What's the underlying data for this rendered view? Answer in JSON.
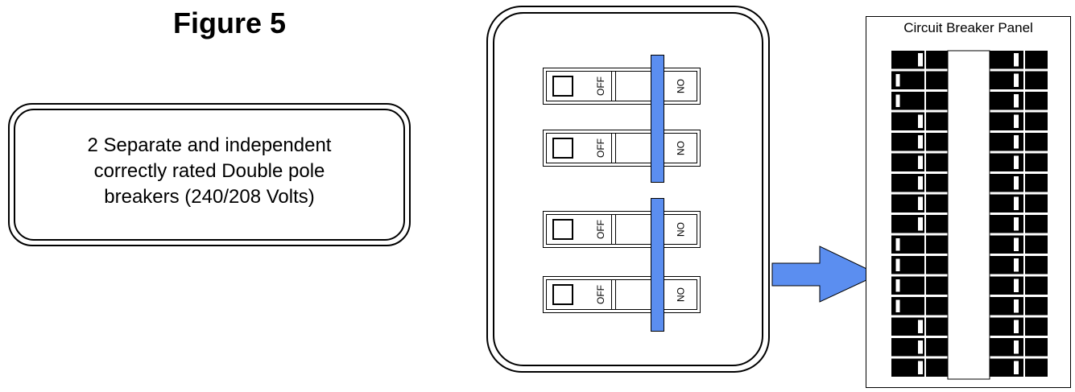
{
  "figure_title": "Figure 5",
  "callout_text": "2 Separate and independent\ncorrectly rated Double pole\nbreakers (240/208 Volts)",
  "breakers": [
    {
      "off_label": "OFF",
      "on_label": "ON"
    },
    {
      "off_label": "OFF",
      "on_label": "ON"
    },
    {
      "off_label": "OFF",
      "on_label": "ON"
    },
    {
      "off_label": "OFF",
      "on_label": "ON"
    }
  ],
  "panel": {
    "title": "Circuit Breaker Panel",
    "left_column": [
      "black",
      "white",
      "white",
      "black",
      "black",
      "black",
      "black",
      "black",
      "black",
      "white",
      "white",
      "white",
      "white",
      "black",
      "black",
      "black"
    ],
    "right_column": [
      "black",
      "black",
      "black",
      "black",
      "black",
      "black",
      "black",
      "black",
      "black",
      "black",
      "black",
      "black",
      "black",
      "black",
      "black",
      "black"
    ]
  },
  "colors": {
    "tie_bar": "#5b8ef0",
    "arrow": "#5b8ef0",
    "outline": "#000000"
  }
}
